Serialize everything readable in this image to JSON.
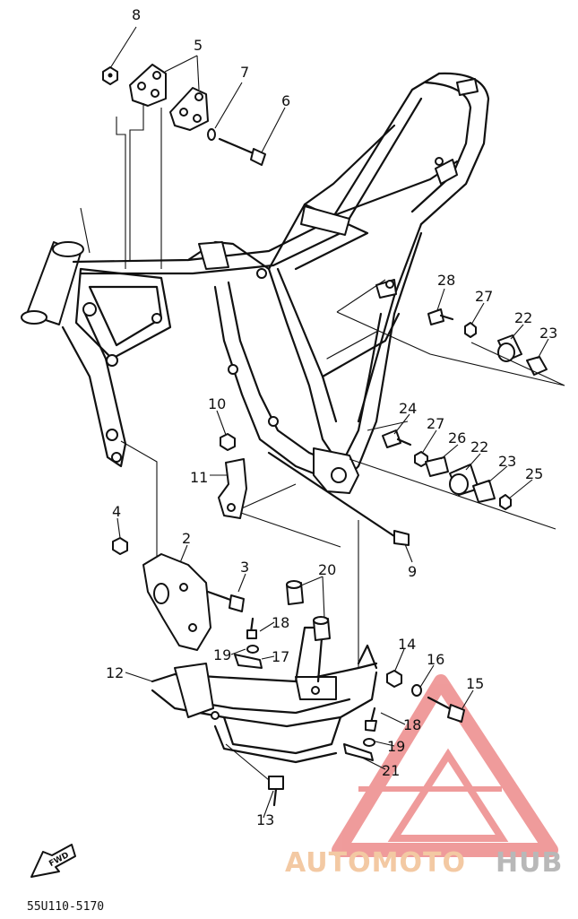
{
  "diagram": {
    "part_numbers": [
      "8",
      "5",
      "7",
      "6",
      "28",
      "27",
      "22",
      "23",
      "10",
      "24",
      "27",
      "26",
      "22",
      "23",
      "25",
      "11",
      "4",
      "2",
      "3",
      "9",
      "20",
      "18",
      "19",
      "17",
      "12",
      "14",
      "16",
      "15",
      "18",
      "19",
      "21",
      "13"
    ],
    "part_code": "55U110-5170",
    "fwd_label": "FWD"
  },
  "watermark": {
    "text_part1": "AUTOMOTO",
    "text_part2": "HUB",
    "color_primary": "#f3c9a3",
    "color_secondary": "#b8b8b8",
    "logo_color": "#e24b4b"
  }
}
